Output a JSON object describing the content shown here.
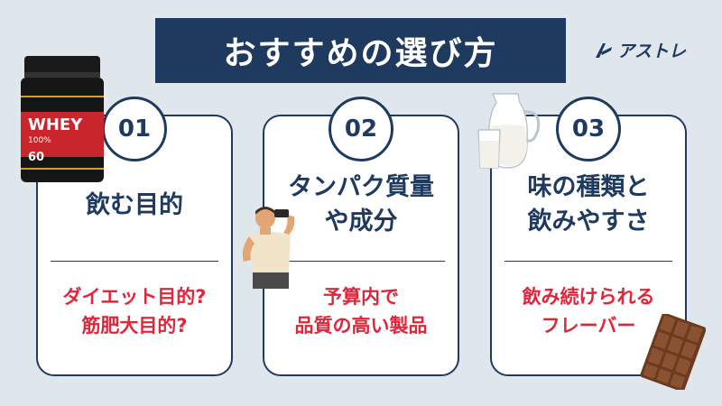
{
  "header": {
    "title": "おすすめの選び方",
    "brand_name": "アストレ",
    "brand_color": "#1e3a5f",
    "accent_color": "#e0263a"
  },
  "cards": [
    {
      "number": "01",
      "heading": "飲む目的",
      "point_lines": [
        "ダイエット目的?",
        "筋肥大目的?"
      ]
    },
    {
      "number": "02",
      "heading_lines": [
        "タンパク質量",
        "や成分"
      ],
      "point_lines": [
        "予算内で",
        "品質の高い製品"
      ]
    },
    {
      "number": "03",
      "heading_lines": [
        "味の種類と",
        "飲みやすさ"
      ],
      "point_lines": [
        "飲み続けられる",
        "フレーバー"
      ]
    }
  ],
  "illustrations": {
    "protein_tub": {
      "icon": "protein-tub-icon",
      "label": "WHEY",
      "sub": "100%",
      "badge": "60"
    },
    "athlete": {
      "icon": "athlete-drinking-icon"
    },
    "milk": {
      "icon": "milk-pitcher-icon"
    },
    "chocolate": {
      "icon": "chocolate-bar-icon"
    }
  }
}
